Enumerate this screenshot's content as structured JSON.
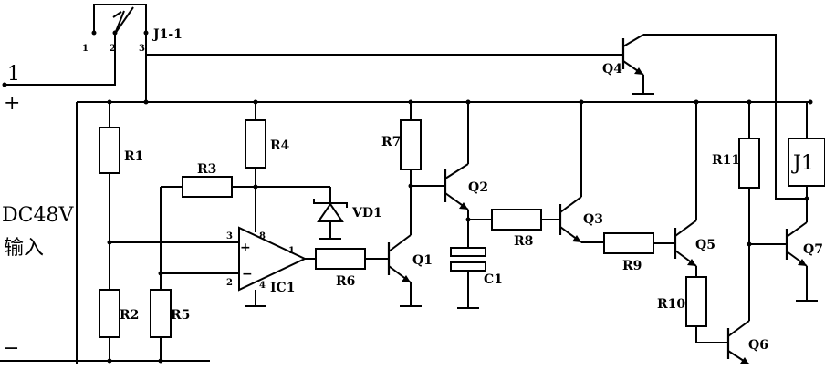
{
  "terminals": {
    "plus_number": "1",
    "plus_sign": "+",
    "minus_sign": "−",
    "input_line1": "DC48V",
    "input_line2": "输入"
  },
  "relay_switch": {
    "label": "J1-1",
    "pin1": "1",
    "pin2": "2",
    "pin3": "3"
  },
  "relay_coil": {
    "label": "J1"
  },
  "resistors": [
    "R1",
    "R2",
    "R3",
    "R4",
    "R5",
    "R6",
    "R7",
    "R8",
    "R9",
    "R10",
    "R11"
  ],
  "capacitor": "C1",
  "zener": "VD1",
  "opamp": {
    "label": "IC1",
    "plus": "+",
    "minus": "−",
    "pin1": "1",
    "pin2": "2",
    "pin3": "3",
    "pin4": "4",
    "pin8": "8"
  },
  "transistors": [
    "Q1",
    "Q2",
    "Q3",
    "Q4",
    "Q5",
    "Q6",
    "Q7"
  ]
}
